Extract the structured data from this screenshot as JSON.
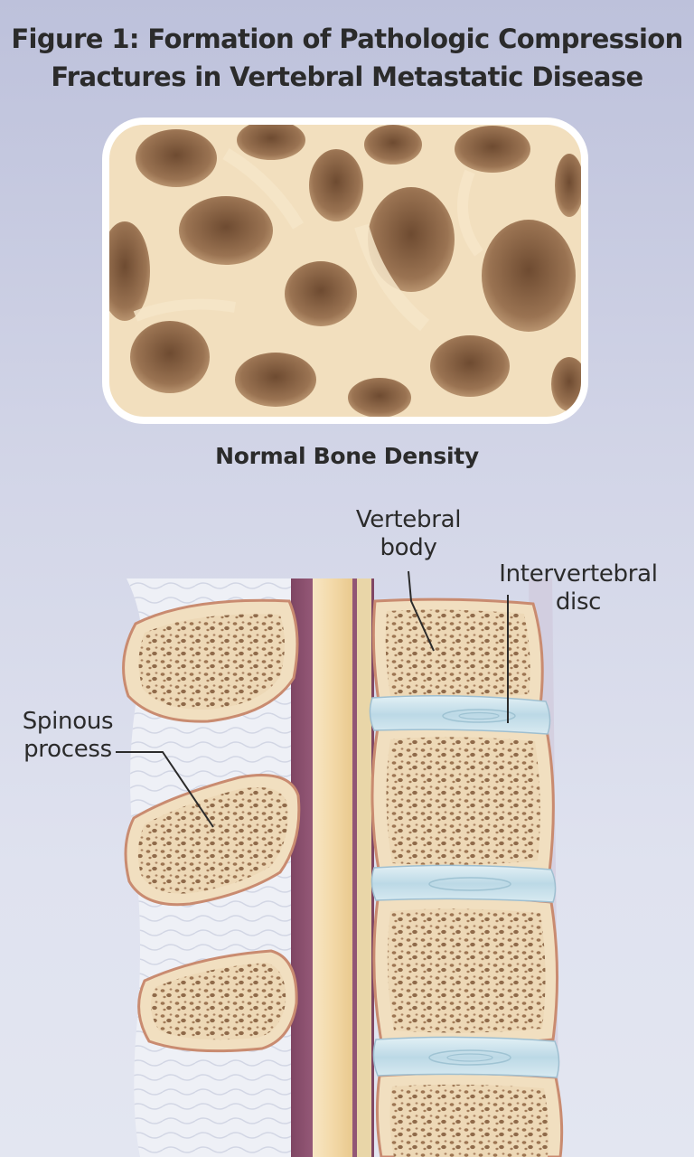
{
  "figure": {
    "title_line1": "Figure 1: Formation of Pathologic Compression",
    "title_line2": "Fractures in Vertebral Metastatic Disease",
    "inset_caption": "Normal Bone Density"
  },
  "labels": {
    "vertebral_body_line1": "Vertebral",
    "vertebral_body_line2": "body",
    "intervertebral_disc_line1": "Intervertebral",
    "intervertebral_disc_line2": "disc",
    "spinous_process_line1": "Spinous",
    "spinous_process_line2": "process"
  },
  "colors": {
    "bone": "#f1dfc0",
    "bone_shadow": "#a07a56",
    "bone_outline": "#c98b70",
    "disc": "#c7e0ea",
    "spinal_cord": "#f2dcae",
    "dura": "#9a5a78"
  }
}
